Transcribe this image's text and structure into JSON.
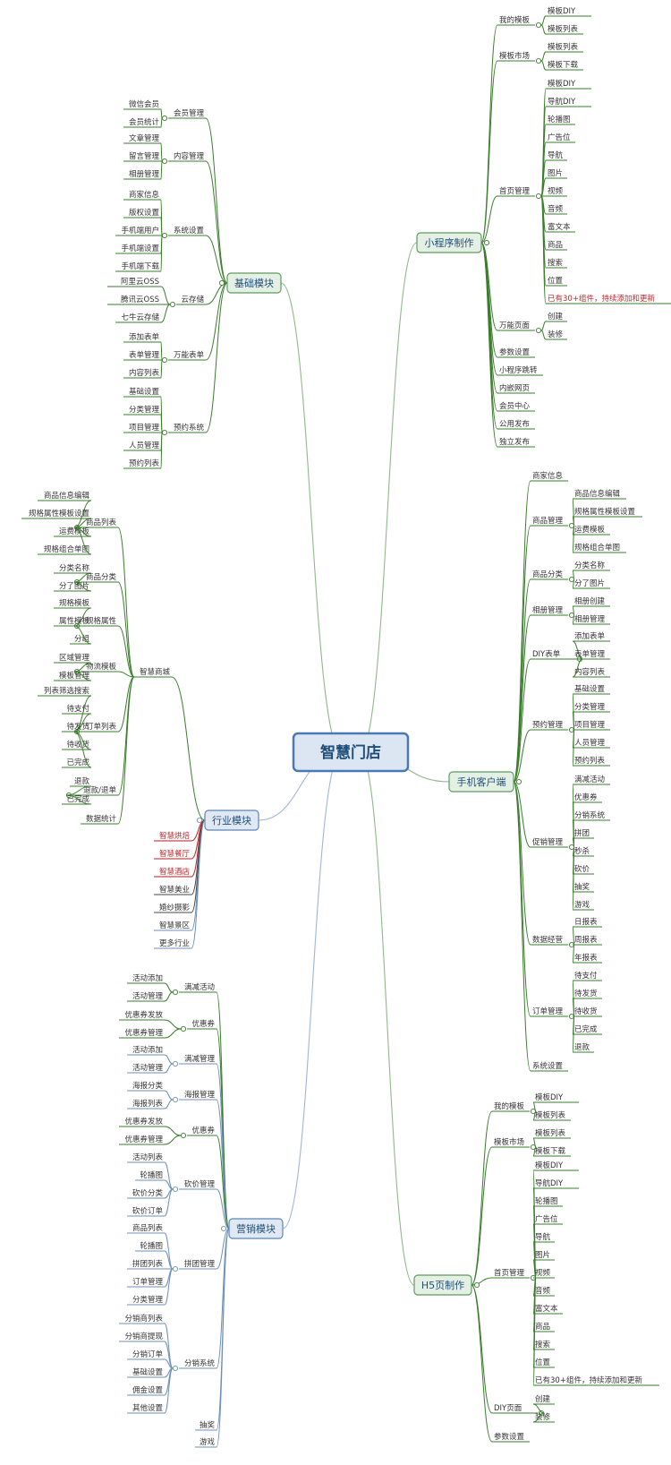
{
  "center": "智慧门店",
  "colors": {
    "green": "#3a7d2c",
    "blue": "#6d8fb8",
    "red": "#b22222",
    "dark": "#444444",
    "box_fill": "#dfe8f3",
    "box_stroke": "#5b85b8",
    "green_box_fill": "#e4f0e4",
    "green_box_stroke": "#5d9b5d",
    "center_fill": "#dce6f2",
    "center_stroke": "#4a78b5",
    "red_text": "#c0262d"
  },
  "branches": [
    {
      "id": "jichu",
      "label": "基础模块",
      "side": "left",
      "color": "green",
      "children": [
        {
          "label": "会员管理",
          "children": [
            {
              "label": "微信会员"
            },
            {
              "label": "会员统计"
            }
          ]
        },
        {
          "label": "内容管理",
          "children": [
            {
              "label": "文章管理"
            },
            {
              "label": "留言管理"
            },
            {
              "label": "相册管理"
            }
          ]
        },
        {
          "label": "系统设置",
          "children": [
            {
              "label": "商家信息"
            },
            {
              "label": "版权设置"
            },
            {
              "label": "手机端用户"
            },
            {
              "label": "手机端设置"
            },
            {
              "label": "手机端下载"
            }
          ]
        },
        {
          "label": "云存储",
          "children": [
            {
              "label": "阿里云OSS"
            },
            {
              "label": "腾讯云OSS"
            },
            {
              "label": "七牛云存储"
            }
          ]
        },
        {
          "label": "万能表单",
          "children": [
            {
              "label": "添加表单"
            },
            {
              "label": "表单管理"
            },
            {
              "label": "内容列表"
            }
          ]
        },
        {
          "label": "预约系统",
          "children": [
            {
              "label": "基础设置"
            },
            {
              "label": "分类管理"
            },
            {
              "label": "项目管理"
            },
            {
              "label": "人员管理"
            },
            {
              "label": "预约列表"
            }
          ]
        }
      ]
    },
    {
      "id": "xiaochengxu",
      "label": "小程序制作",
      "side": "right",
      "color": "green",
      "children": [
        {
          "label": "我的模板",
          "children": [
            {
              "label": "模板DIY"
            },
            {
              "label": "模板列表"
            }
          ]
        },
        {
          "label": "模板市场",
          "children": [
            {
              "label": "模板列表"
            },
            {
              "label": "模板下载"
            }
          ]
        },
        {
          "label": "首页管理",
          "children": [
            {
              "label": "模板DIY"
            },
            {
              "label": "导航DIY"
            },
            {
              "label": "轮播图"
            },
            {
              "label": "广告位"
            },
            {
              "label": "导航"
            },
            {
              "label": "图片"
            },
            {
              "label": "视频"
            },
            {
              "label": "音频"
            },
            {
              "label": "富文本"
            },
            {
              "label": "商品"
            },
            {
              "label": "搜索"
            },
            {
              "label": "位置"
            },
            {
              "label": "已有30+组件，持续添加和更新",
              "red": true
            }
          ]
        },
        {
          "label": "万能页面",
          "children": [
            {
              "label": "创建"
            },
            {
              "label": "装修"
            }
          ]
        },
        {
          "label": "参数设置"
        },
        {
          "label": "小程序跳转"
        },
        {
          "label": "内嵌网页"
        },
        {
          "label": "会员中心"
        },
        {
          "label": "公用发布"
        },
        {
          "label": "独立发布"
        }
      ]
    },
    {
      "id": "shouji",
      "label": "手机客户端",
      "side": "right",
      "color": "green",
      "children": [
        {
          "label": "商家信息"
        },
        {
          "label": "商品管理",
          "children": [
            {
              "label": "商品信息编辑"
            },
            {
              "label": "规格属性模板设置"
            },
            {
              "label": "运费模板"
            },
            {
              "label": "规格组合单图"
            }
          ]
        },
        {
          "label": "商品分类",
          "children": [
            {
              "label": "分类名称"
            },
            {
              "label": "分了图片"
            }
          ]
        },
        {
          "label": "相册管理",
          "children": [
            {
              "label": "相册创建"
            },
            {
              "label": "相册管理"
            }
          ]
        },
        {
          "label": "DIY表单",
          "children": [
            {
              "label": "添加表单"
            },
            {
              "label": "表单管理"
            },
            {
              "label": "内容列表"
            }
          ]
        },
        {
          "label": "预约管理",
          "children": [
            {
              "label": "基础设置"
            },
            {
              "label": "分类管理"
            },
            {
              "label": "项目管理"
            },
            {
              "label": "人员管理"
            },
            {
              "label": "预约列表"
            }
          ]
        },
        {
          "label": "促销管理",
          "children": [
            {
              "label": "满减活动"
            },
            {
              "label": "优惠券"
            },
            {
              "label": "分销系统"
            },
            {
              "label": "拼团"
            },
            {
              "label": "秒杀"
            },
            {
              "label": "砍价"
            },
            {
              "label": "抽奖"
            },
            {
              "label": "游戏"
            }
          ]
        },
        {
          "label": "数据经营",
          "children": [
            {
              "label": "日报表"
            },
            {
              "label": "周报表"
            },
            {
              "label": "年报表"
            }
          ]
        },
        {
          "label": "订单管理",
          "children": [
            {
              "label": "待支付"
            },
            {
              "label": "待发货"
            },
            {
              "label": "待收货"
            },
            {
              "label": "已完成"
            },
            {
              "label": "退款"
            }
          ]
        },
        {
          "label": "系统设置"
        }
      ]
    },
    {
      "id": "hangye",
      "label": "行业模块",
      "side": "left",
      "color": "blue",
      "children": [
        {
          "label": "智慧商城",
          "color": "green",
          "children": [
            {
              "label": "商品列表",
              "children": [
                {
                  "label": "商品信息编辑"
                },
                {
                  "label": "规格属性模板设置"
                },
                {
                  "label": "运费模板"
                },
                {
                  "label": "规格组合单图"
                }
              ]
            },
            {
              "label": "商品分类",
              "children": [
                {
                  "label": "分类名称"
                },
                {
                  "label": "分了图片"
                }
              ]
            },
            {
              "label": "规格属性",
              "children": [
                {
                  "label": "规格模板"
                },
                {
                  "label": "属性模板"
                },
                {
                  "label": "分组"
                }
              ]
            },
            {
              "label": "物流模板",
              "children": [
                {
                  "label": "区域管理"
                },
                {
                  "label": "模板管理"
                }
              ]
            },
            {
              "label": "订单列表",
              "children": [
                {
                  "label": "列表筛选搜索"
                },
                {
                  "label": "待支付"
                },
                {
                  "label": "待发货"
                },
                {
                  "label": "待收货"
                },
                {
                  "label": "已完成"
                }
              ]
            },
            {
              "label": "退款/退单",
              "children": [
                {
                  "label": "退款"
                },
                {
                  "label": "已完成"
                }
              ]
            },
            {
              "label": "数据统计"
            }
          ]
        },
        {
          "label": "智慧烘焙",
          "color": "red",
          "red": true
        },
        {
          "label": "智慧餐厅",
          "color": "red",
          "red": true
        },
        {
          "label": "智慧酒店",
          "color": "red",
          "red": true
        },
        {
          "label": "智慧美业",
          "color": "dark"
        },
        {
          "label": "婚纱摄影",
          "color": "dark"
        },
        {
          "label": "智慧景区",
          "color": "blue"
        },
        {
          "label": "更多行业",
          "color": "blue"
        }
      ]
    },
    {
      "id": "yingxiao",
      "label": "营销模块",
      "side": "left",
      "color": "blue",
      "children": [
        {
          "label": "满减活动",
          "color": "green",
          "children": [
            {
              "label": "活动添加"
            },
            {
              "label": "活动管理"
            }
          ]
        },
        {
          "label": "优惠券",
          "color": "green",
          "children": [
            {
              "label": "优惠券发放"
            },
            {
              "label": "优惠券管理"
            }
          ]
        },
        {
          "label": "满减管理",
          "children": [
            {
              "label": "活动添加"
            },
            {
              "label": "活动管理"
            }
          ]
        },
        {
          "label": "海报管理",
          "children": [
            {
              "label": "海报分类"
            },
            {
              "label": "海报列表"
            }
          ]
        },
        {
          "label": "优惠券",
          "color": "green",
          "children": [
            {
              "label": "优惠券发放"
            },
            {
              "label": "优惠券管理"
            }
          ]
        },
        {
          "label": "砍价管理",
          "children": [
            {
              "label": "活动列表"
            },
            {
              "label": "轮播图"
            },
            {
              "label": "砍价分类"
            },
            {
              "label": "砍价订单"
            }
          ]
        },
        {
          "label": "拼团管理",
          "children": [
            {
              "label": "商品列表"
            },
            {
              "label": "轮播图"
            },
            {
              "label": "拼团列表"
            },
            {
              "label": "订单管理"
            },
            {
              "label": "分类管理"
            }
          ]
        },
        {
          "label": "分销系统",
          "children": [
            {
              "label": "分销商列表"
            },
            {
              "label": "分销商提现"
            },
            {
              "label": "分销订单"
            },
            {
              "label": "基础设置"
            },
            {
              "label": "佣金设置"
            },
            {
              "label": "其他设置"
            }
          ]
        },
        {
          "label": "抽奖"
        },
        {
          "label": "游戏"
        }
      ]
    },
    {
      "id": "h5",
      "label": "H5页制作",
      "side": "right",
      "color": "green",
      "children": [
        {
          "label": "我的模板",
          "children": [
            {
              "label": "模板DIY"
            },
            {
              "label": "模板列表"
            }
          ]
        },
        {
          "label": "模板市场",
          "children": [
            {
              "label": "模板列表"
            },
            {
              "label": "模板下载"
            }
          ]
        },
        {
          "label": "首页管理",
          "children": [
            {
              "label": "模板DIY"
            },
            {
              "label": "导航DIY"
            },
            {
              "label": "轮播图"
            },
            {
              "label": "广告位"
            },
            {
              "label": "导航"
            },
            {
              "label": "图片"
            },
            {
              "label": "视频"
            },
            {
              "label": "音频"
            },
            {
              "label": "富文本"
            },
            {
              "label": "商品"
            },
            {
              "label": "搜索"
            },
            {
              "label": "位置"
            },
            {
              "label": "已有30+组件，持续添加和更新"
            }
          ]
        },
        {
          "label": "DIY页面",
          "children": [
            {
              "label": "创建"
            },
            {
              "label": "装修"
            }
          ]
        },
        {
          "label": "参数设置"
        }
      ]
    }
  ]
}
